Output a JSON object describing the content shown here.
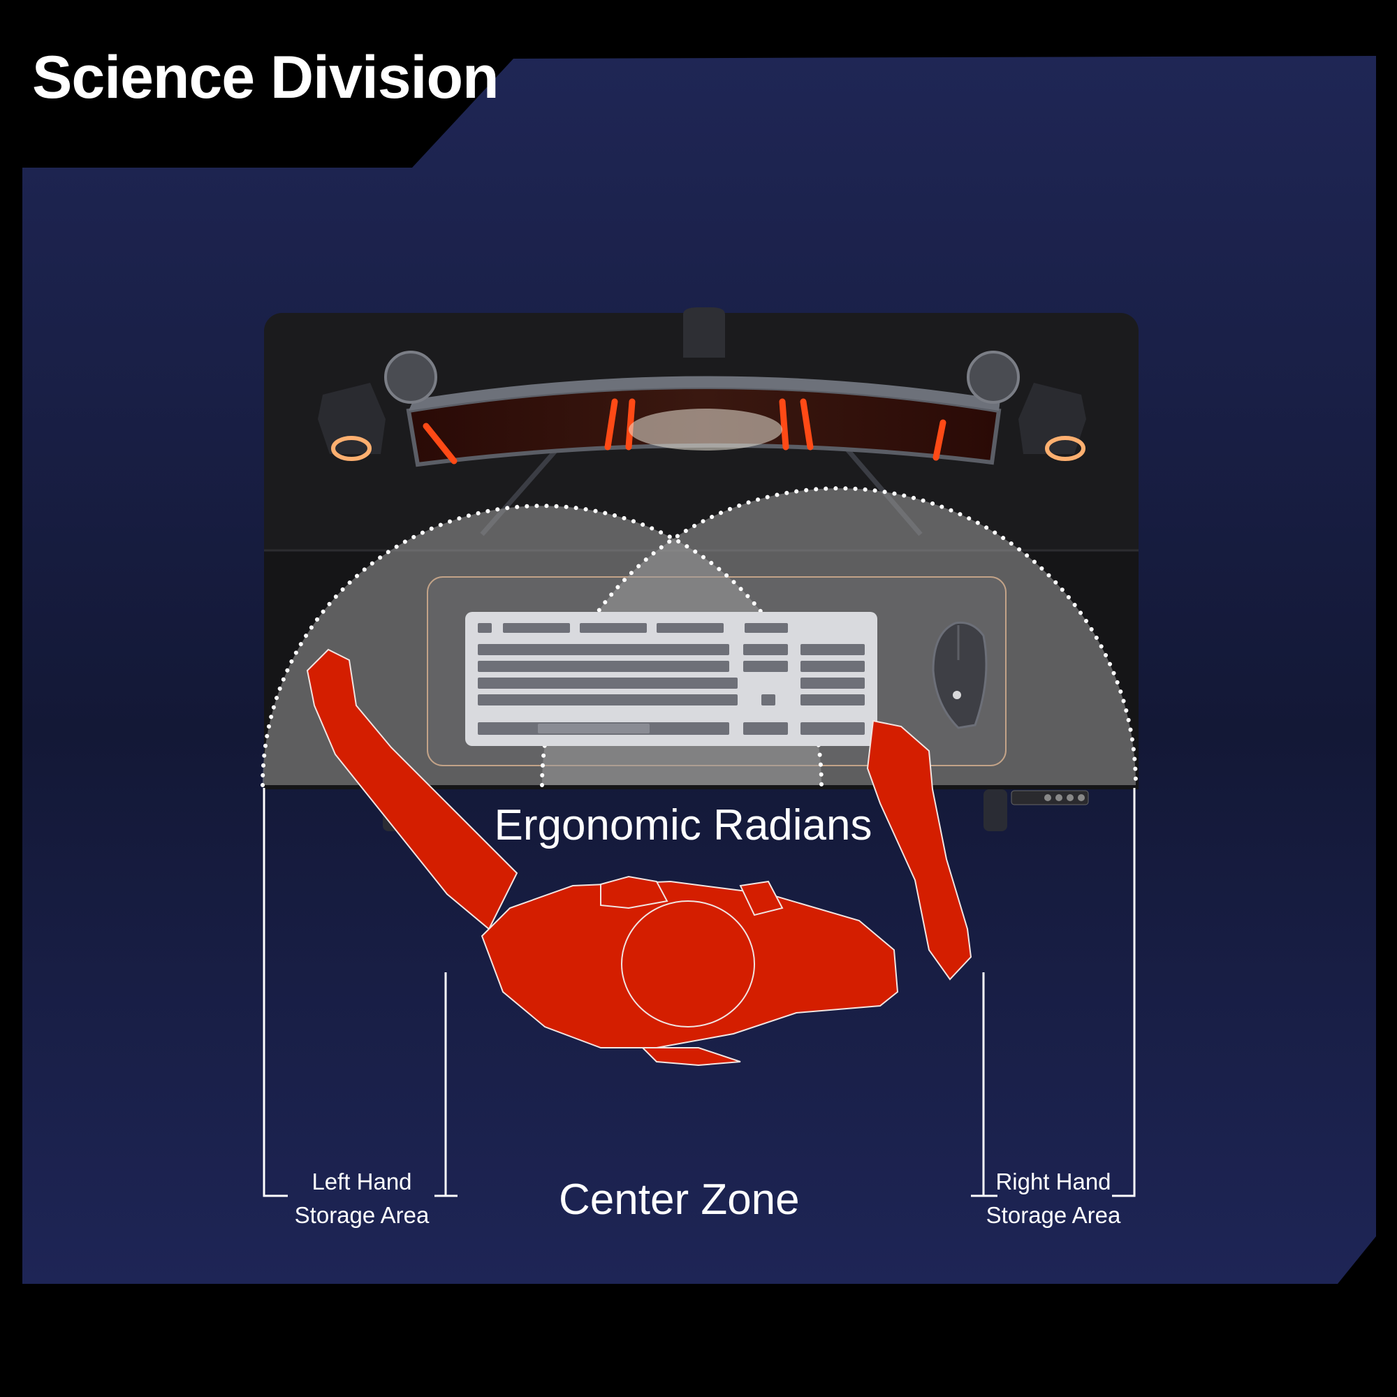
{
  "header": {
    "title": "Science Division"
  },
  "diagram": {
    "headline": "Ergonomic Radians",
    "center_zone": "Center Zone",
    "left_storage": {
      "line1": "Left Hand",
      "line2": "Storage Area"
    },
    "right_storage": {
      "line1": "Right Hand",
      "line2": "Storage Area"
    }
  },
  "colors": {
    "background": "#000000",
    "panel": "#1d2350",
    "person": "#d41e00",
    "desk": "#1b1b1d",
    "zone_overlay": "#9a9a9a"
  },
  "icons": [
    "monitor-icon",
    "speaker-icon",
    "keyboard-icon",
    "mouse-icon",
    "person-icon"
  ]
}
